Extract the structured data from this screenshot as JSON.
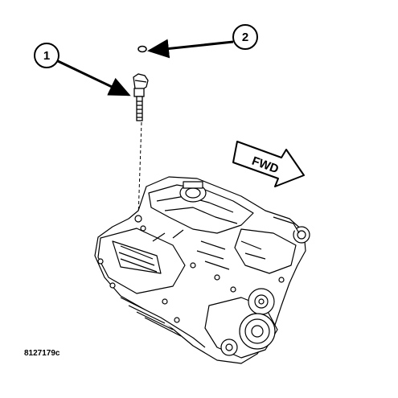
{
  "callouts": [
    {
      "number": "1",
      "target": "bolt"
    },
    {
      "number": "2",
      "target": "washer"
    }
  ],
  "direction_label": "FWD",
  "figure_id": "8127179c",
  "colors": {
    "ink": "#000000",
    "paper": "#ffffff"
  }
}
